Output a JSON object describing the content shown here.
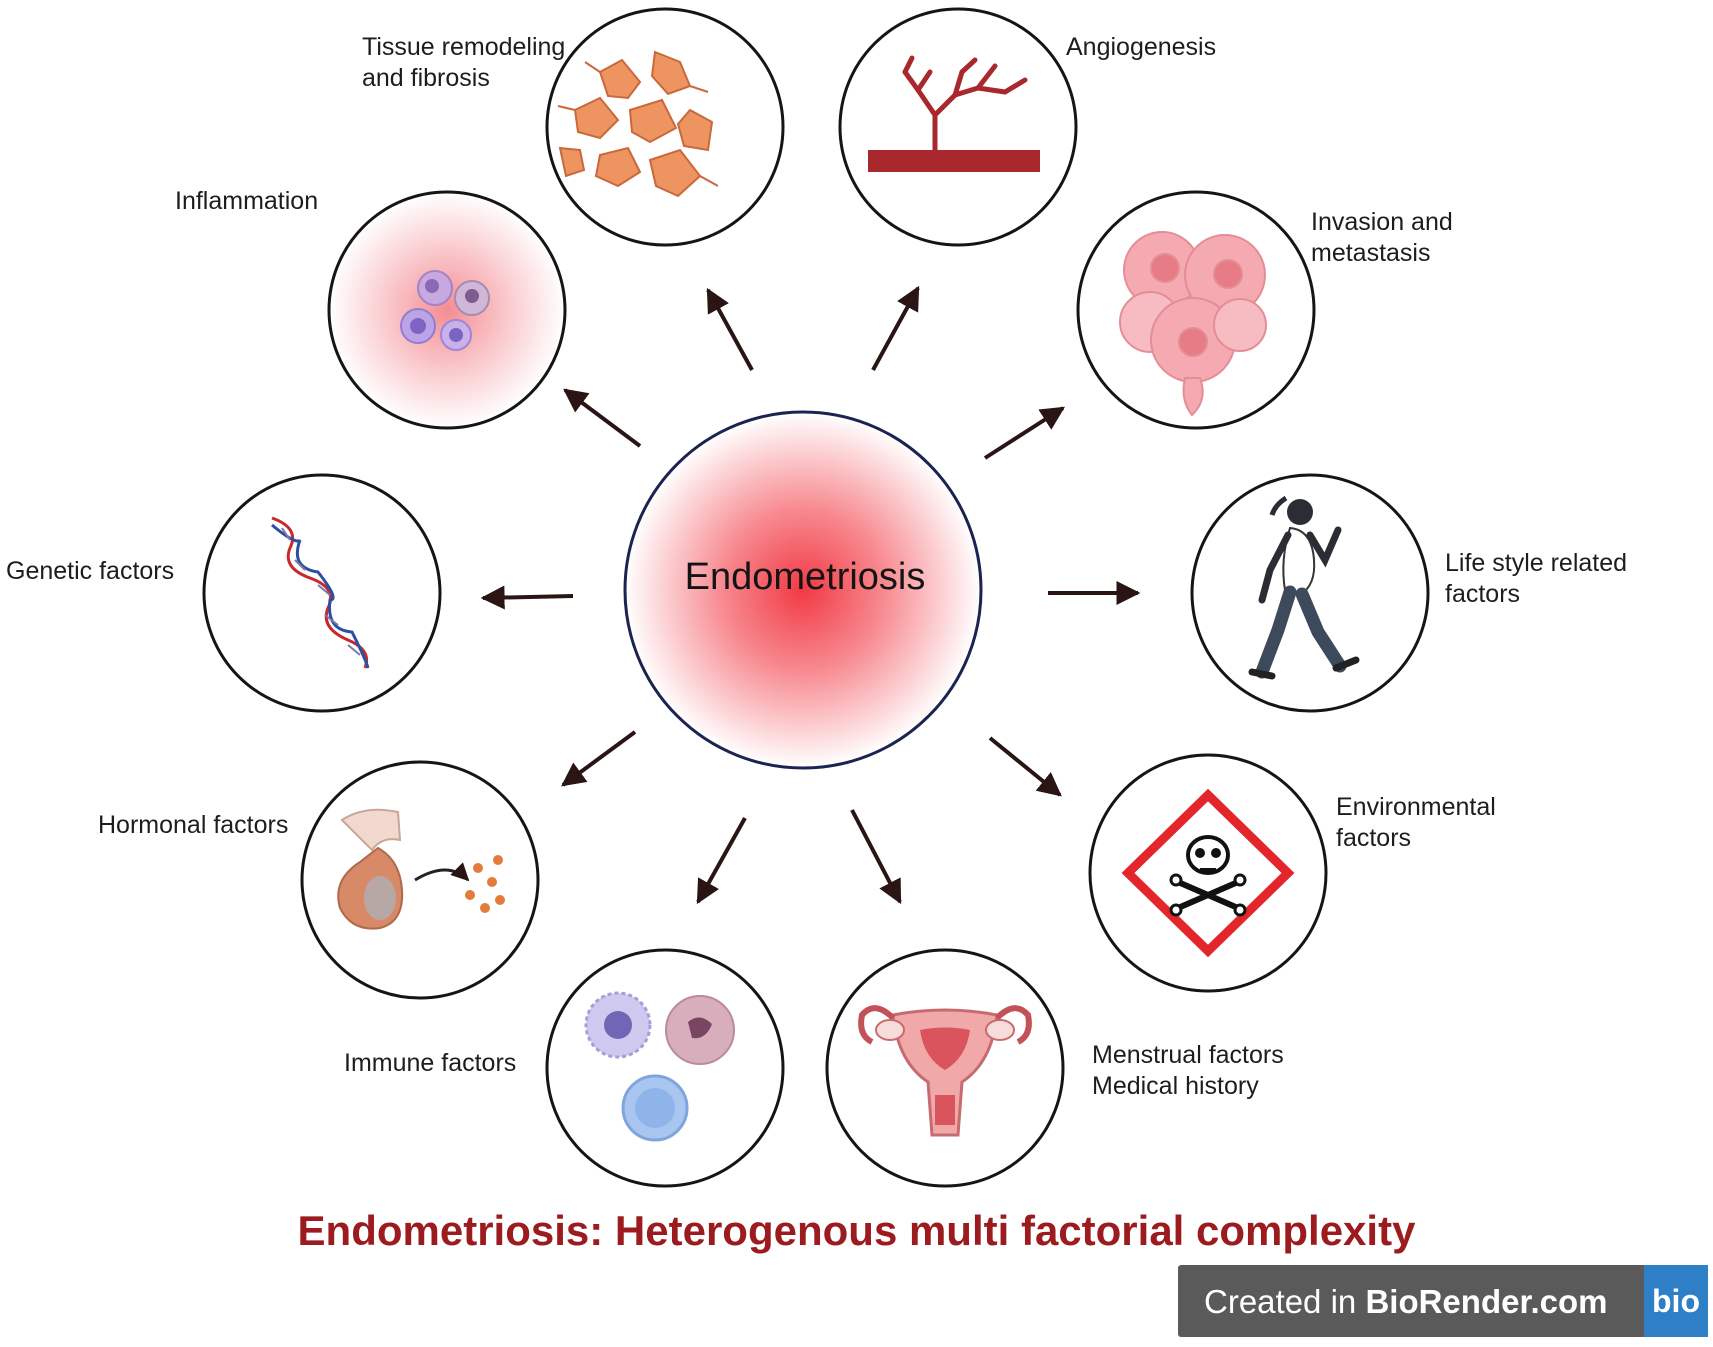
{
  "center": {
    "label": "Endometriosis"
  },
  "title": "Endometriosis: Heterogenous multi factorial complexity",
  "factors": [
    {
      "id": "tissue-remodeling",
      "label": "Tissue remodeling\nand fibrosis",
      "icon": "fibroblast-cells-icon"
    },
    {
      "id": "angiogenesis",
      "label": "Angiogenesis",
      "icon": "blood-vessel-branching-icon"
    },
    {
      "id": "invasion-metastasis",
      "label": "Invasion and\nmetastasis",
      "icon": "tumor-cells-icon"
    },
    {
      "id": "lifestyle",
      "label": "Life style related\nfactors",
      "icon": "walking-woman-icon"
    },
    {
      "id": "environmental",
      "label": "Environmental\nfactors",
      "icon": "toxic-hazard-icon"
    },
    {
      "id": "menstrual",
      "label": "Menstrual factors\nMedical history",
      "icon": "uterus-icon"
    },
    {
      "id": "immune",
      "label": "Immune factors",
      "icon": "immune-cells-icon"
    },
    {
      "id": "hormonal",
      "label": "Hormonal factors",
      "icon": "gland-hormone-icon"
    },
    {
      "id": "genetic",
      "label": "Genetic factors",
      "icon": "dna-helix-icon"
    },
    {
      "id": "inflammation",
      "label": "Inflammation",
      "icon": "inflammatory-cells-icon"
    }
  ],
  "watermark": {
    "prefix": "Created in ",
    "brand": "BioRender.com",
    "logo": "bio"
  },
  "colors": {
    "title": "#9b1b1f",
    "center_glow": "#f23a45",
    "arrow": "#2a1414",
    "circle_stroke": "#151515"
  }
}
